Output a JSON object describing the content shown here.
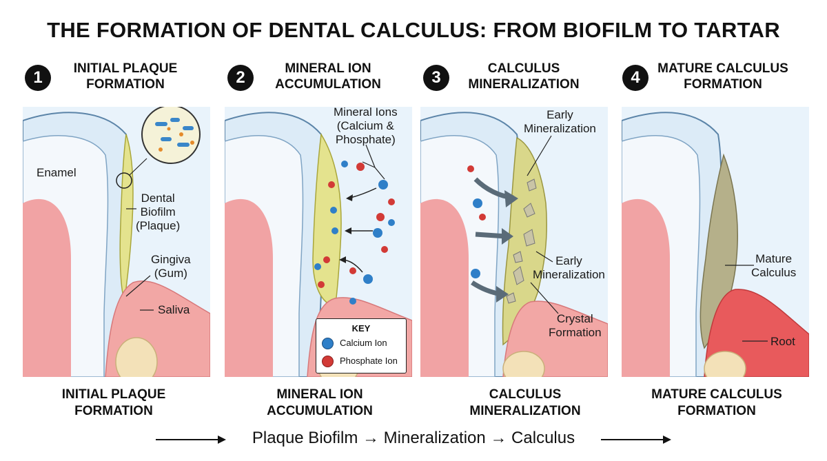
{
  "title": "THE FORMATION OF DENTAL CALCULUS: FROM BIOFILM TO TARTAR",
  "stages": [
    {
      "number": "1",
      "title": "INITIAL PLAQUE\nFORMATION",
      "caption": "INITIAL PLAQUE\nFORMATION"
    },
    {
      "number": "2",
      "title": "MINERAL ION\nACCUMULATION",
      "caption": "MINERAL ION\nACCUMULATION"
    },
    {
      "number": "3",
      "title": "CALCULUS\nMINERALIZATION",
      "caption": "CALCULUS\nMINERALIZATION"
    },
    {
      "number": "4",
      "title": "MATURE CALCULUS\nFORMATION",
      "caption": "MATURE CALCULUS\nFORMATION"
    }
  ],
  "labels": {
    "enamel": "Enamel",
    "biofilm": "Dental\nBiofilm\n(Plaque)",
    "gingiva": "Gingiva\n(Gum)",
    "saliva": "Saliva",
    "mineral_ions": "Mineral Ions\n(Calcium &\nPhosphate)",
    "early_mineralization_top": "Early\nMineralization",
    "early_mineralization_mid": "Early\nMineralization",
    "crystal_formation": "Crystal\nFormation",
    "mature_calculus": "Mature\nCalculus",
    "root": "Root"
  },
  "key": {
    "title": "KEY",
    "calcium": "Calcium Ion",
    "phosphate": "Phosphate Ion"
  },
  "flow_text": "Plaque Biofilm → Mineralization → Calculus",
  "colors": {
    "enamel": "#e6f1fa",
    "gum": "#f2a7a5",
    "plaque": "#e4e38e",
    "calculus": "#b5b08a",
    "calcium_ion": "#2f7fc8",
    "phosphate_ion": "#d23a36",
    "arrow": "#5a6b78"
  }
}
